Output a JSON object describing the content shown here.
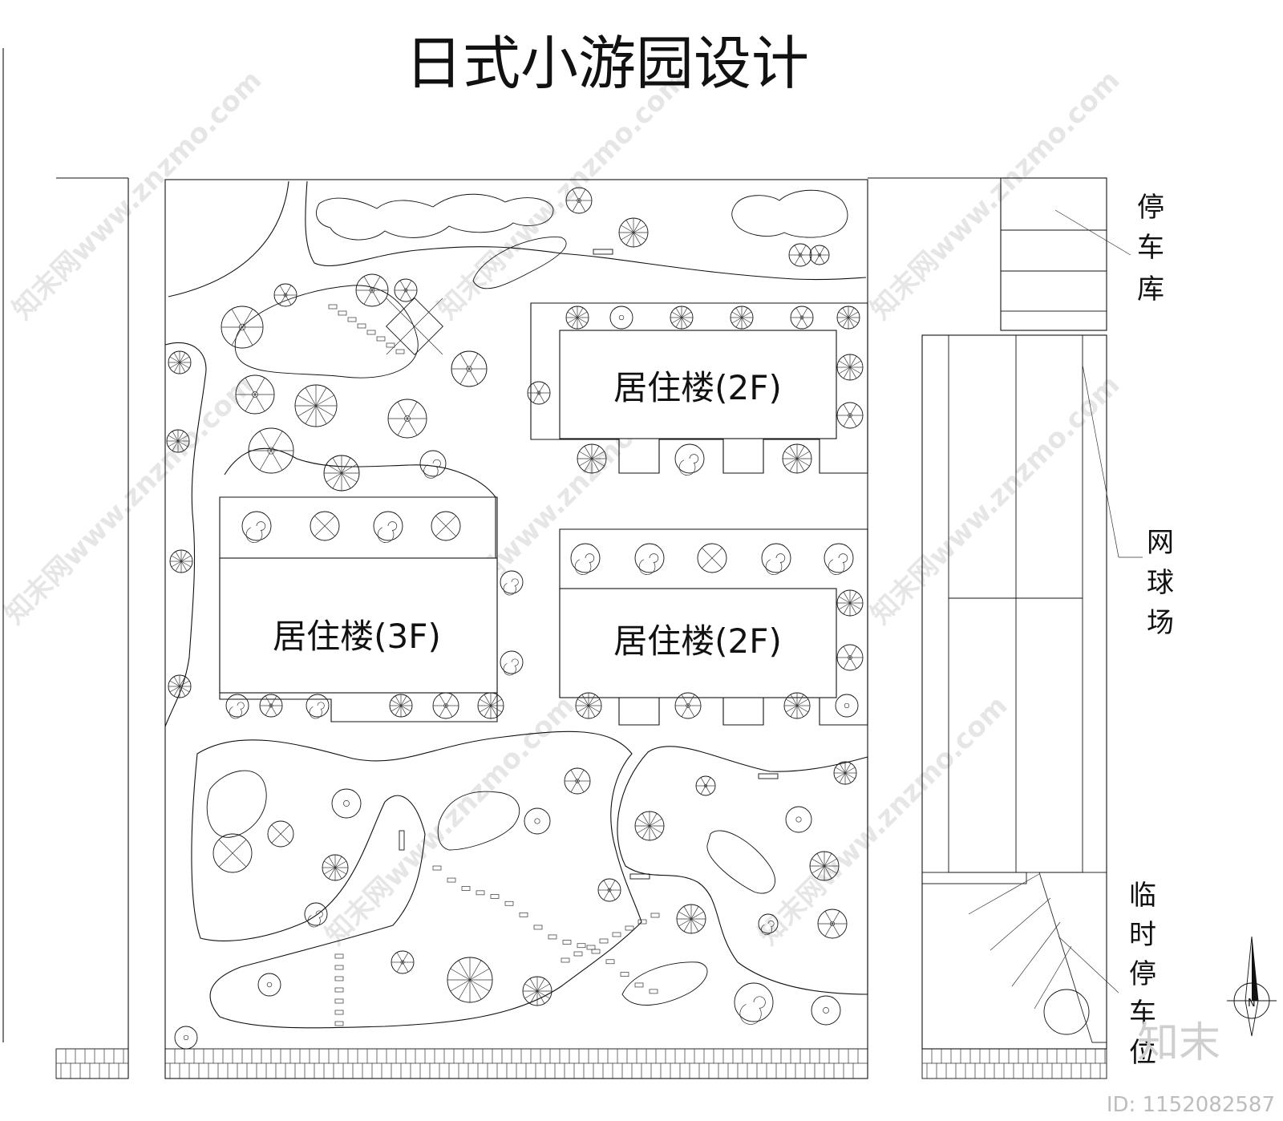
{
  "title": "日式小游园设计",
  "buildings": [
    {
      "id": "b1",
      "label": "居住楼(2F)"
    },
    {
      "id": "b2",
      "label": "居住楼(3F)"
    },
    {
      "id": "b3",
      "label": "居住楼(2F)"
    }
  ],
  "side_labels": {
    "garage": [
      "停",
      "车",
      "库"
    ],
    "tennis": [
      "网",
      "球",
      "场"
    ],
    "temp_parking": [
      "临",
      "时",
      "停",
      "车",
      "位"
    ]
  },
  "north_arrow": "N",
  "watermark": {
    "site": "知末网www.znzmo.com",
    "brand": "知末",
    "id": "ID: 1152082587"
  }
}
